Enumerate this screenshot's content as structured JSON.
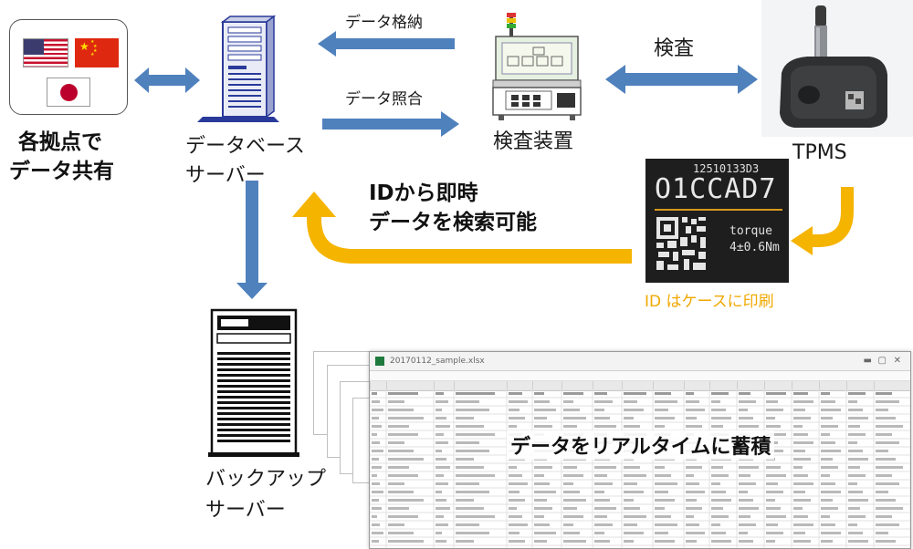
{
  "labels": {
    "data_store": "データ格納",
    "data_match": "データ照合",
    "inspection": "検査",
    "inspection_device": "検査装置",
    "tpms": "TPMS",
    "db_server_l1": "データベース",
    "db_server_l2": "サーバー",
    "share_l1": "各拠点で",
    "share_l2": "データ共有",
    "search_l1": "IDから即時",
    "search_l2": "データを検索可能",
    "id_print": "ID はケースに印刷",
    "backup_l1": "バックアップ",
    "backup_l2": "サーバー",
    "realtime": "データをリアルタイムに蓄積"
  },
  "id_photo_text": {
    "top_code": "12510133D3",
    "main_code": "O1CCAD7",
    "torque_l1": "torque",
    "torque_l2": "4±0.6Nm"
  },
  "spreadsheet": {
    "title": "20170112_sample.xlsx"
  },
  "flags": [
    "us-flag",
    "cn-flag",
    "jp-flag"
  ],
  "colors": {
    "blue_arrow": "#4f81bd",
    "yellow_arrow": "#f5b400",
    "server_blue": "#2a3a9a"
  }
}
